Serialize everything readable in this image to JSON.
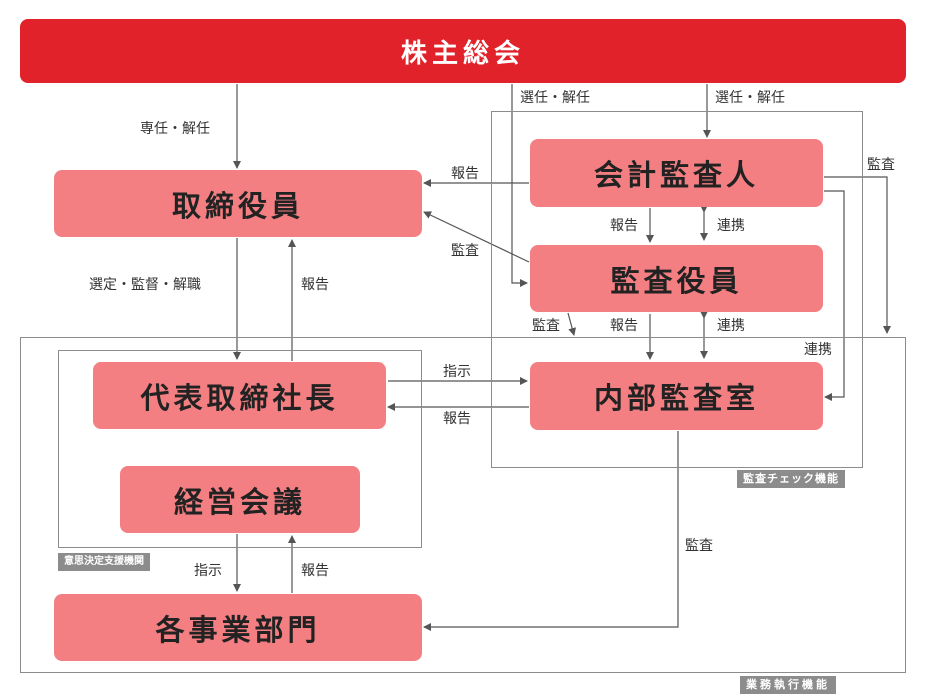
{
  "nodes": {
    "shareholders": "株主総会",
    "directors": "取締役員",
    "auditor_accounting": "会計監査人",
    "auditors": "監査役員",
    "president": "代表取締社長",
    "internal_audit": "内部監査室",
    "management_meeting": "経営会議",
    "departments": "各事業部門"
  },
  "frames": {
    "audit_check": "監査チェック機能",
    "decision_support": "意思決定支援機関",
    "business_execution": "業務執行機能"
  },
  "labels": {
    "appoint_dismiss_directors": "専任・解任",
    "elect_dismiss_auditors": "選任・解任",
    "elect_dismiss_accounting": "選任・解任",
    "audit_outer": "監査",
    "report_accounting_to_directors": "報告",
    "audit_auditors_to_directors": "監査",
    "report_accounting_to_auditors": "報告",
    "cooperate_accounting_auditors": "連携",
    "select_supervise_dismiss": "選定・監督・解職",
    "report_president_to_directors": "報告",
    "audit_auditors_down": "監査",
    "report_auditors_down": "報告",
    "cooperate_auditors_internal": "連携",
    "cooperate_accounting_internal": "連携",
    "instruct_president_internal": "指示",
    "report_internal_president": "報告",
    "audit_internal_departments": "監査",
    "instruct_meeting_departments": "指示",
    "report_departments_meeting": "報告"
  },
  "colors": {
    "shareholders": "#e1222a",
    "box": "#f37f82",
    "frame": "#8c8c8c",
    "arrow": "#555555"
  }
}
